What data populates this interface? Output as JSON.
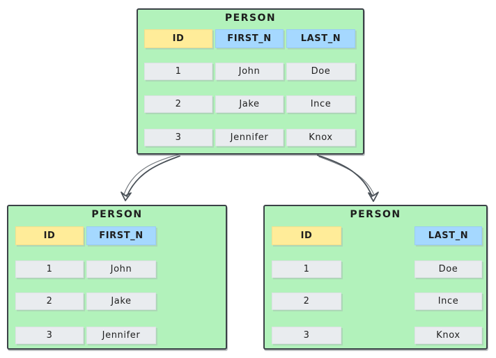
{
  "diagram": {
    "background": "#ffffff",
    "colors": {
      "table_fill": "#b2f2bb",
      "key_header_fill": "#ffec99",
      "attr_header_fill": "#a5d8ff",
      "cell_fill": "#e9ecef",
      "table_border": "#3b4147",
      "arrow": "#495057",
      "text": "#1e1e1e"
    },
    "tables": [
      {
        "id": "person-full",
        "title": "PERSON",
        "columns": [
          {
            "label": "ID",
            "kind": "key"
          },
          {
            "label": "FIRST_N",
            "kind": "attr"
          },
          {
            "label": "LAST_N",
            "kind": "attr"
          }
        ],
        "rows": [
          [
            "1",
            "John",
            "Doe"
          ],
          [
            "2",
            "Jake",
            "Ince"
          ],
          [
            "3",
            "Jennifer",
            "Knox"
          ]
        ]
      },
      {
        "id": "person-first-n",
        "title": "PERSON",
        "columns": [
          {
            "label": "ID",
            "kind": "key"
          },
          {
            "label": "FIRST_N",
            "kind": "attr"
          }
        ],
        "rows": [
          [
            "1",
            "John"
          ],
          [
            "2",
            "Jake"
          ],
          [
            "3",
            "Jennifer"
          ]
        ]
      },
      {
        "id": "person-last-n",
        "title": "PERSON",
        "columns": [
          {
            "label": "ID",
            "kind": "key"
          },
          {
            "label": "LAST_N",
            "kind": "attr"
          }
        ],
        "rows": [
          [
            "1",
            "Doe"
          ],
          [
            "2",
            "Ince"
          ],
          [
            "3",
            "Knox"
          ]
        ]
      }
    ],
    "arrows": [
      {
        "from": "person-full",
        "to": "person-first-n"
      },
      {
        "from": "person-full",
        "to": "person-last-n"
      }
    ]
  }
}
